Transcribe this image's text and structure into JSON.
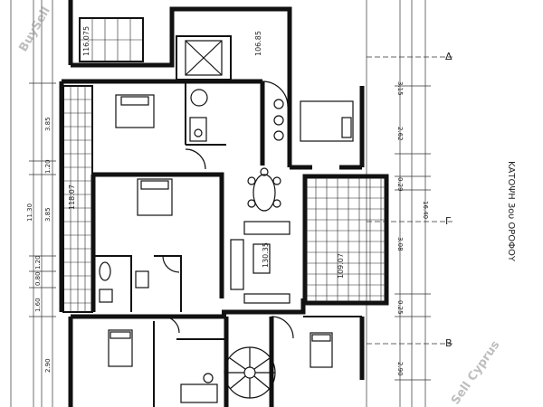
{
  "plan_title": "ΚΑΤΟΨΗ 3ου ΟΡΟΦΟΥ",
  "watermark_top": "BuySell",
  "watermark_bottom": "Sell Cyprus",
  "section_markers": [
    "Δ",
    "Γ",
    "Β"
  ],
  "levels": {
    "stair": "116.075",
    "lift": "106.85",
    "bedroom_left": "118.07",
    "living": "130.35",
    "veranda": "109.07"
  },
  "left_dims": [
    "3.85",
    "1.20",
    "3.85",
    "1.20",
    "0.80",
    "1.60",
    "2.90"
  ],
  "left_total": "11.30",
  "right_dims": [
    "3.15",
    "2.62",
    "0.29",
    "3.08",
    "0.25",
    "2.90"
  ],
  "right_total": "16.40"
}
